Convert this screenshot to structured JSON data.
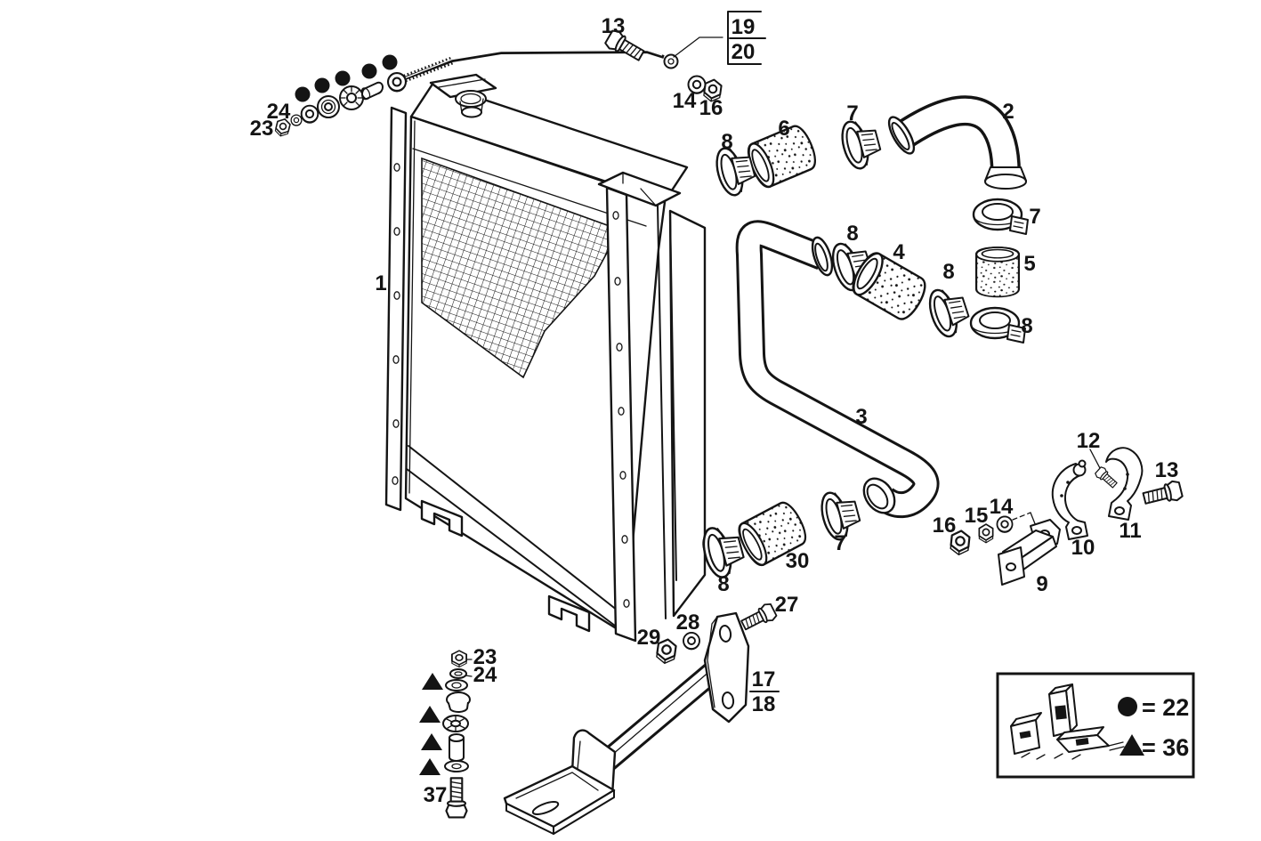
{
  "figure": {
    "type": "exploded-parts-diagram",
    "subject": "Radiator with coolant hoses, clamps, support brackets and fixing hardware",
    "callouts": [
      "1",
      "2",
      "3",
      "4",
      "5",
      "6",
      "7",
      "7",
      "7",
      "8",
      "8",
      "8",
      "8",
      "8",
      "9",
      "10",
      "11",
      "12",
      "13",
      "13",
      "14",
      "14",
      "15",
      "16",
      "16",
      "17",
      "18",
      "19",
      "20",
      "23",
      "24",
      "23",
      "24",
      "27",
      "28",
      "29",
      "30",
      "37"
    ],
    "legend": {
      "circle_symbol": "●",
      "circle_value": "= 22",
      "triangle_symbol": "▲",
      "triangle_value": "= 36"
    },
    "quantity_markers": {
      "black_dot_count": 5,
      "black_triangle_count": 4
    }
  }
}
